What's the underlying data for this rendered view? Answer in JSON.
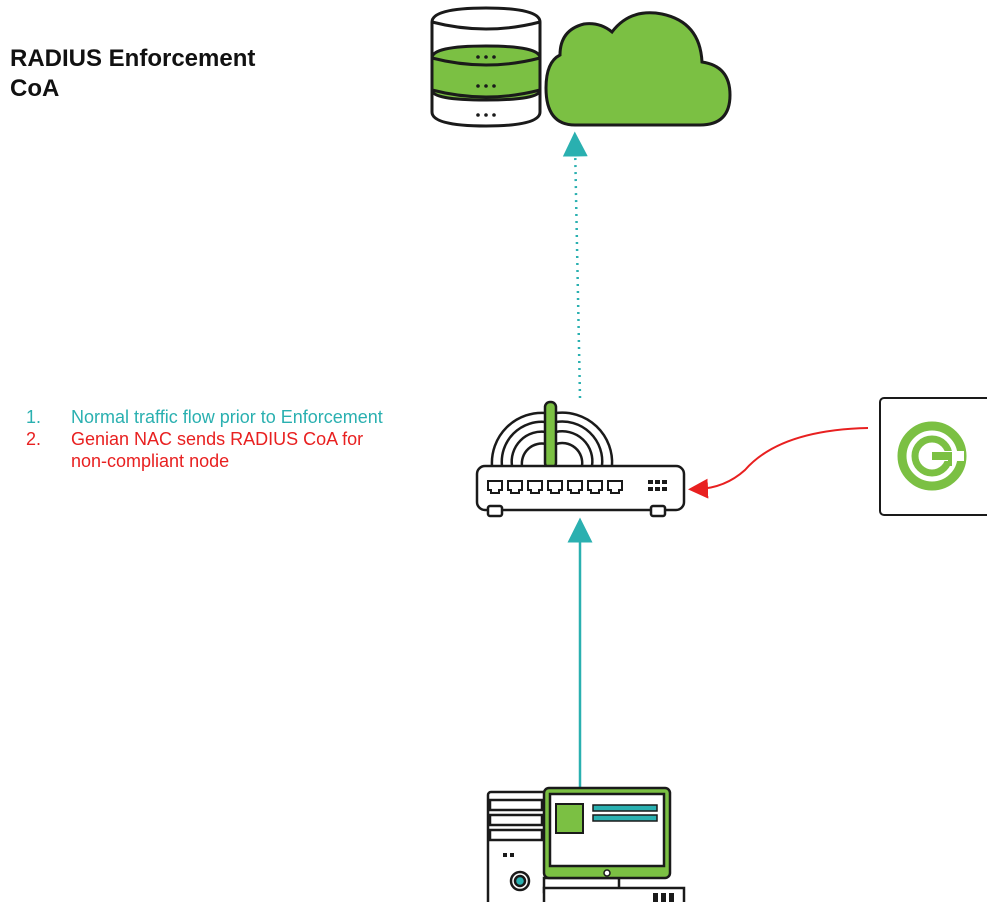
{
  "title": {
    "line1": "RADIUS Enforcement",
    "line2": "CoA"
  },
  "steps": [
    {
      "number": "1.",
      "text": "Normal traffic flow prior to Enforcement",
      "color": "#2ab0b0"
    },
    {
      "number": "2.",
      "text": "Genian NAC sends RADIUS CoA for non-compliant node",
      "color": "#e82020"
    }
  ],
  "colors": {
    "accent_green": "#7bc043",
    "flow_teal": "#2ab0b0",
    "coa_red": "#e82020",
    "outline": "#1a1a1a"
  },
  "icons": {
    "database": "database-icon",
    "cloud": "cloud-icon",
    "switch": "wireless-switch-icon",
    "nac": "genian-nac-logo",
    "endpoint": "desktop-computer-icon"
  }
}
